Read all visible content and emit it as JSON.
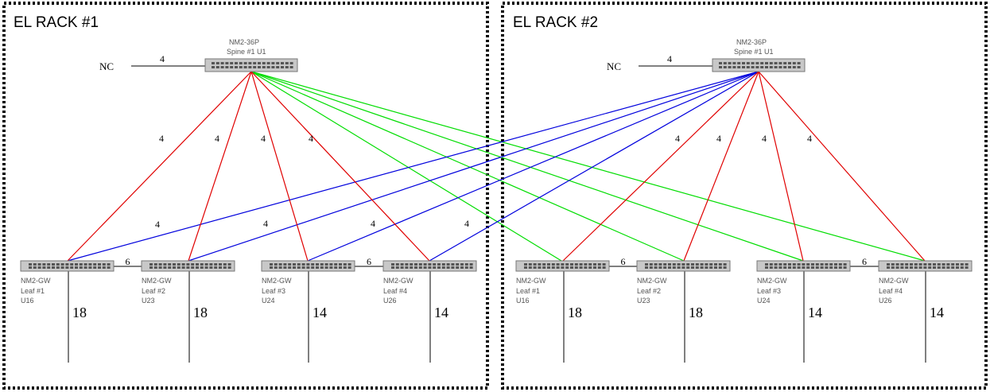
{
  "racks": [
    {
      "title": "EL RACK #1",
      "spine": {
        "model": "NM2-36P",
        "name": "Spine #1 U1"
      },
      "nc_label": "NC",
      "nc_count": "4",
      "leaves": [
        {
          "model": "NM2-GW",
          "name": "Leaf #1",
          "unit": "U16",
          "down": "18"
        },
        {
          "model": "NM2-GW",
          "name": "Leaf #2",
          "unit": "U23",
          "down": "18"
        },
        {
          "model": "NM2-GW",
          "name": "Leaf #3",
          "unit": "U24",
          "down": "14"
        },
        {
          "model": "NM2-GW",
          "name": "Leaf #4",
          "unit": "U26",
          "down": "14"
        }
      ],
      "inter_leaf": [
        "6",
        "6"
      ],
      "red_counts": [
        "4",
        "4",
        "4",
        "4"
      ],
      "blue_counts": [
        "4",
        "4",
        "4",
        "4"
      ]
    },
    {
      "title": "EL RACK #2",
      "spine": {
        "model": "NM2-36P",
        "name": "Spine #1 U1"
      },
      "nc_label": "NC",
      "nc_count": "4",
      "leaves": [
        {
          "model": "NM2-GW",
          "name": "Leaf #1",
          "unit": "U16",
          "down": "18"
        },
        {
          "model": "NM2-GW",
          "name": "Leaf #2",
          "unit": "U23",
          "down": "18"
        },
        {
          "model": "NM2-GW",
          "name": "Leaf #3",
          "unit": "U24",
          "down": "14"
        },
        {
          "model": "NM2-GW",
          "name": "Leaf #4",
          "unit": "U26",
          "down": "14"
        }
      ],
      "inter_leaf": [
        "6",
        "6"
      ],
      "red_counts": [
        "4",
        "4",
        "4",
        "4"
      ]
    }
  ],
  "colors": {
    "local_link": "#e00000",
    "cross_link_from_rack1": "#00dd00",
    "cross_link_from_rack2": "#0000dd"
  }
}
